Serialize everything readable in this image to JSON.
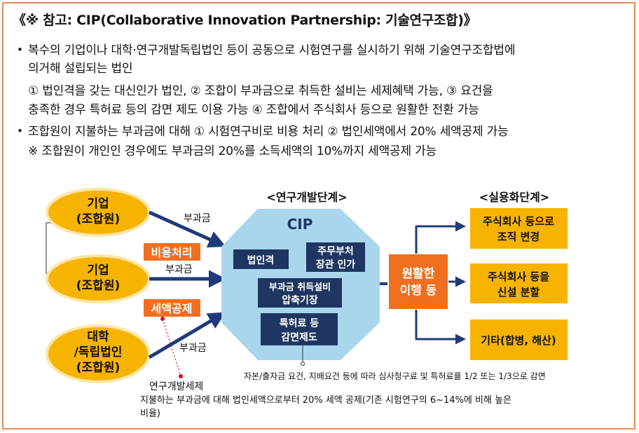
{
  "title": "《※ 참고: CIP(Collaborative Innovation Partnership: 기술연구조합)》",
  "bullets": [
    {
      "lines": [
        "복수의 기업이나 대학·연구개발독립법인 등이 공동으로 시험연구를 실시하기 위해 기술연구조합법에",
        "의거해 설립되는 법인",
        "① 법인격을 갖는 대신인가 법인, ② 조합이 부과금으로 취득한 설비는 세제혜택 가능, ③ 요건을",
        "충족한 경우 특허료 등의 감면 제도 이용 가능 ④ 조합에서 주식회사 등으로 원활한 전환 가능"
      ]
    },
    {
      "lines": [
        "조합원이 지불하는 부과금에 대해 ① 시험연구비로 비용 처리 ② 법인세액에서 20% 세액공제 가능",
        "※ 조합원이 개인인 경우에도 부과금의 20%를 소득세액의 10%까지 세액공제 가능"
      ]
    }
  ],
  "diagram": {
    "stage_left_label": "<연구개발단계>",
    "stage_right_label": "<실용화단계>",
    "members": [
      {
        "line1": "기업",
        "line2": "(조합원)"
      },
      {
        "line1": "기업",
        "line2": "(조합원)"
      },
      {
        "line1": "대학",
        "line2": "/독립법인",
        "line3": "(조합원)"
      }
    ],
    "levy_label": "부과금",
    "expense_tag": "비용처리",
    "tax_credit_tag": "세액공제",
    "cip_label": "CIP",
    "cip_boxes": [
      {
        "line1": "법인격"
      },
      {
        "line1": "주무부처",
        "line2": "장관 인가"
      },
      {
        "line1": "부과금 취득설비",
        "line2": "압축기장"
      },
      {
        "line1": "특허료 등",
        "line2": "감면제도"
      }
    ],
    "transition": {
      "line1": "원활한",
      "line2": "이행 등"
    },
    "outcomes": [
      {
        "line1": "주식회사 등으로",
        "line2": "조직 변경"
      },
      {
        "line1": "주식회사 등을",
        "line2": "신설 분할"
      },
      {
        "line1": "기타(합병, 해산)"
      }
    ],
    "patent_note": "자본/출자금 요건, 지배요건 등에 따라 심사청구료 및 특허료를 1/2 또는 1/3으로 감면",
    "rd_tax_label": "연구개발세제",
    "rd_tax_note_line1": "지불하는 부과금에 대해 법인세액으로부터 20% 세액 공제(기존 시험연구의 6~14%에 비해 높은",
    "rd_tax_note_line2": "비율)"
  },
  "colors": {
    "frame": "#e88a57",
    "member_fill": "#f6b400",
    "member_border": "#fbe6a8",
    "tag_fill": "#ef6f1f",
    "cip_fill": "#a9d6ec",
    "navy_box": "#1e3661",
    "arrow": "#1f3b7a",
    "outcome_fill": "#f6b400",
    "note_red": "#e6001a"
  }
}
